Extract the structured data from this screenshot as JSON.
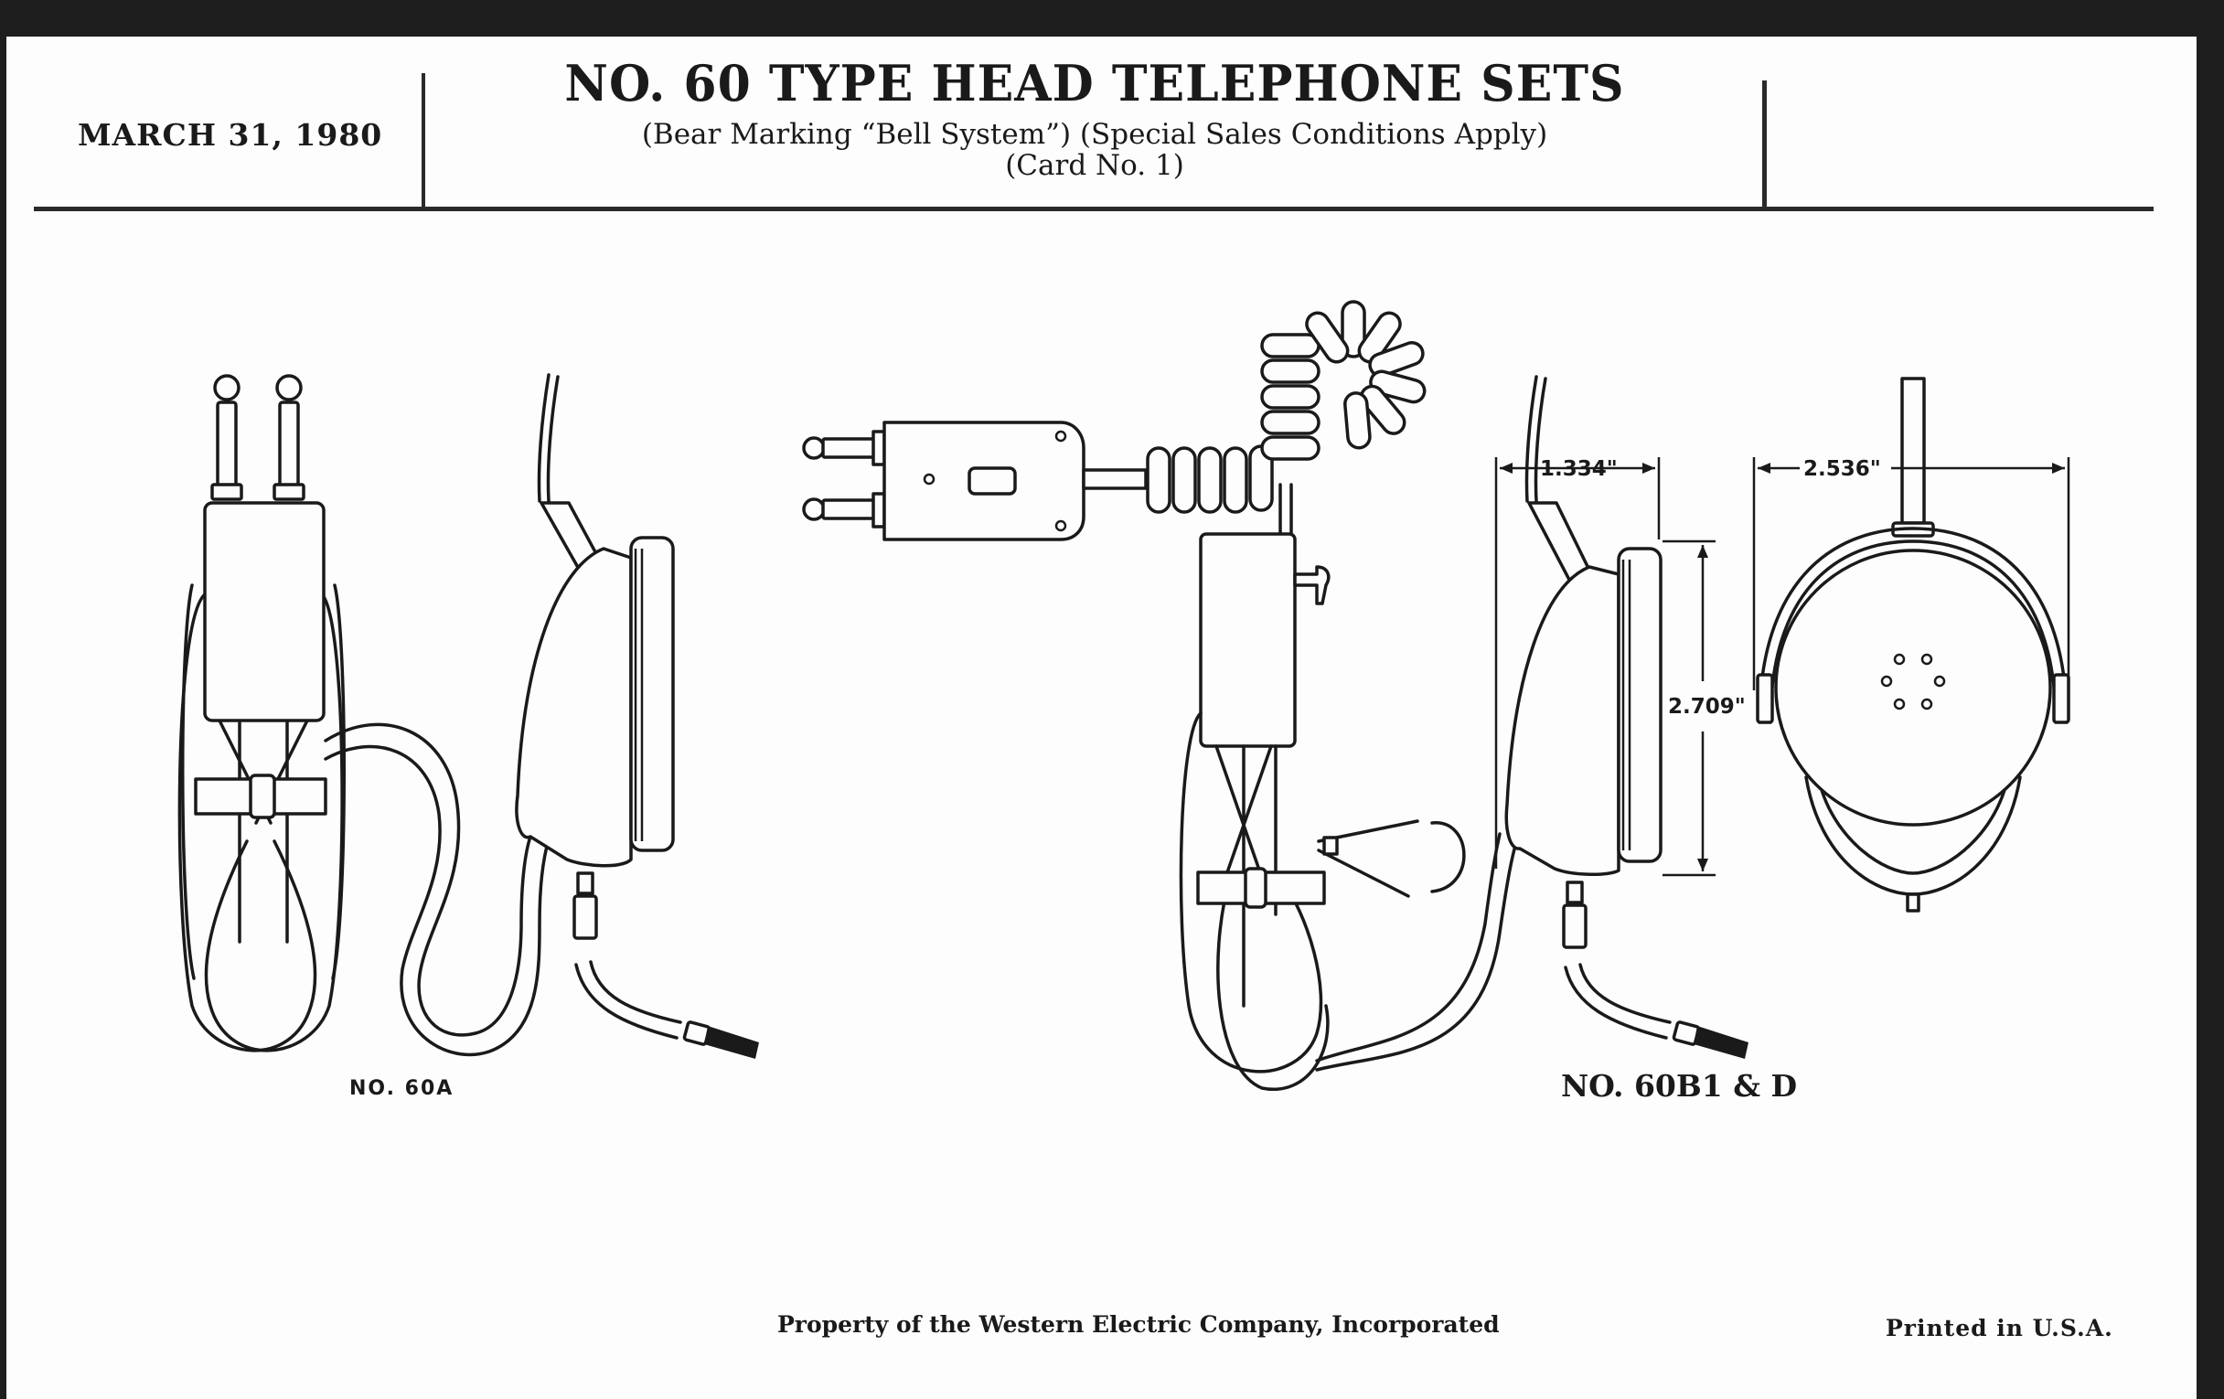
{
  "header": {
    "date": "MARCH 31, 1980",
    "title": "NO. 60 TYPE HEAD TELEPHONE SETS",
    "subtitle": "(Bear Marking “Bell System”) (Special Sales Conditions Apply)",
    "card_number": "(Card No. 1)"
  },
  "figures": {
    "left": {
      "label": "NO. 60A"
    },
    "right": {
      "label": "NO. 60B1 & D",
      "dimensions": {
        "depth": "1.334\"",
        "height": "2.709\"",
        "width": "2.536\""
      }
    }
  },
  "footer": {
    "property": "Property of the Western Electric Company, Incorporated",
    "printed": "Printed in U.S.A."
  },
  "colors": {
    "paper": "#fdfdfd",
    "ink": "#1a1a1a",
    "frame": "#1e1e1e"
  }
}
